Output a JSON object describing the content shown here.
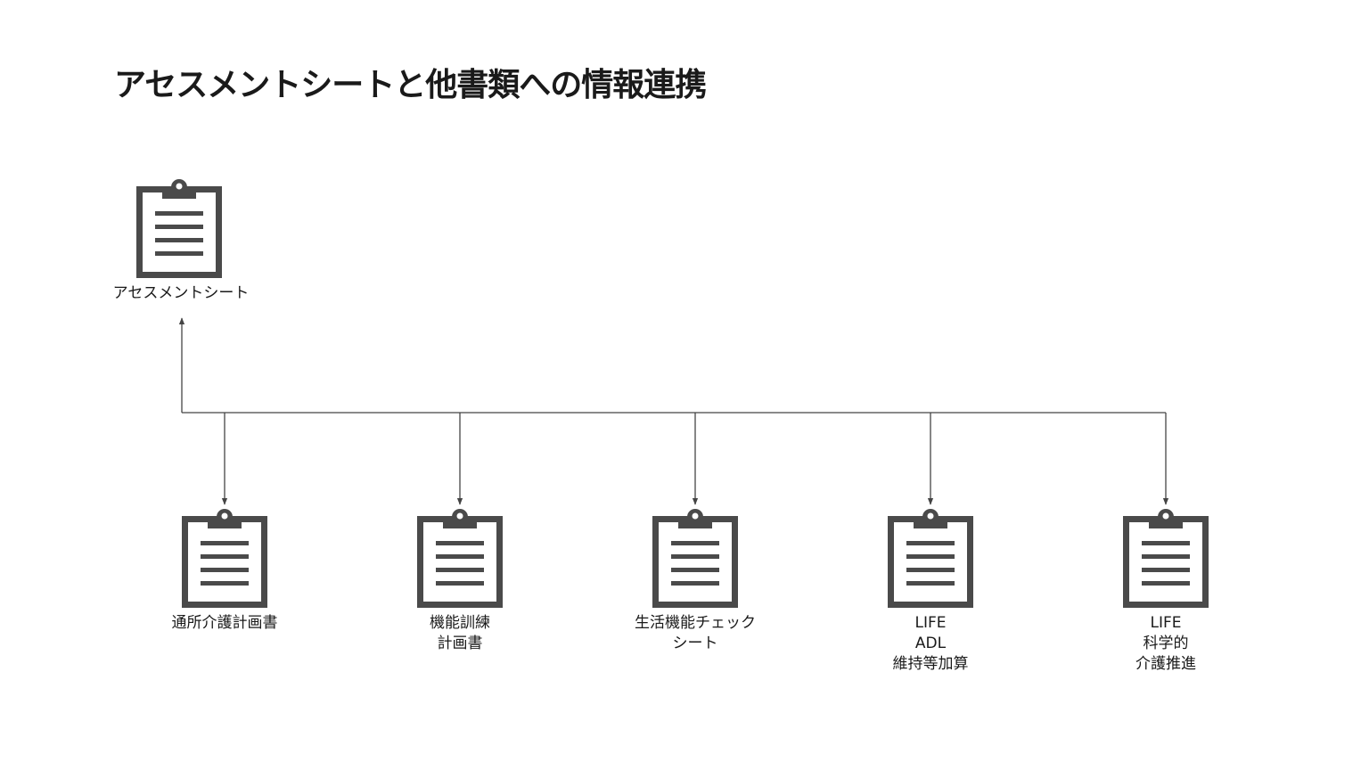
{
  "slide": {
    "title": "アセスメントシートと他書類への情報連携"
  },
  "source_document": {
    "label": "アセスメントシート",
    "icon": "clipboard-icon"
  },
  "target_documents": [
    {
      "id": "care-plan",
      "lines": [
        "通所介護計画書"
      ],
      "icon": "clipboard-icon"
    },
    {
      "id": "functional-training-plan",
      "lines": [
        "機能訓練",
        "計画書"
      ],
      "icon": "clipboard-icon"
    },
    {
      "id": "living-function-check",
      "lines": [
        "生活機能チェック",
        "シート"
      ],
      "icon": "clipboard-icon"
    },
    {
      "id": "life-adl",
      "lines": [
        "LIFE",
        "ADL",
        "維持等加算"
      ],
      "icon": "clipboard-icon"
    },
    {
      "id": "life-scientific-care",
      "lines": [
        "LIFE",
        "科学的",
        "介護推進"
      ],
      "icon": "clipboard-icon"
    }
  ],
  "colors": {
    "icon": "#4a4a4a",
    "connector": "#444444",
    "text": "#1a1a1a"
  }
}
